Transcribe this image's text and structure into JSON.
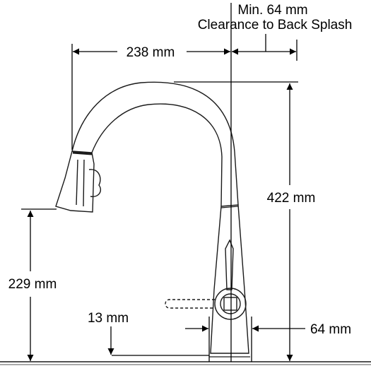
{
  "dimensions": {
    "spout_reach": "238 mm",
    "clearance_min": "Min. 64 mm",
    "clearance_label": "Clearance to Back Splash",
    "overall_height": "422 mm",
    "spout_height": "229 mm",
    "base_height": "13 mm",
    "base_width": "64 mm"
  }
}
